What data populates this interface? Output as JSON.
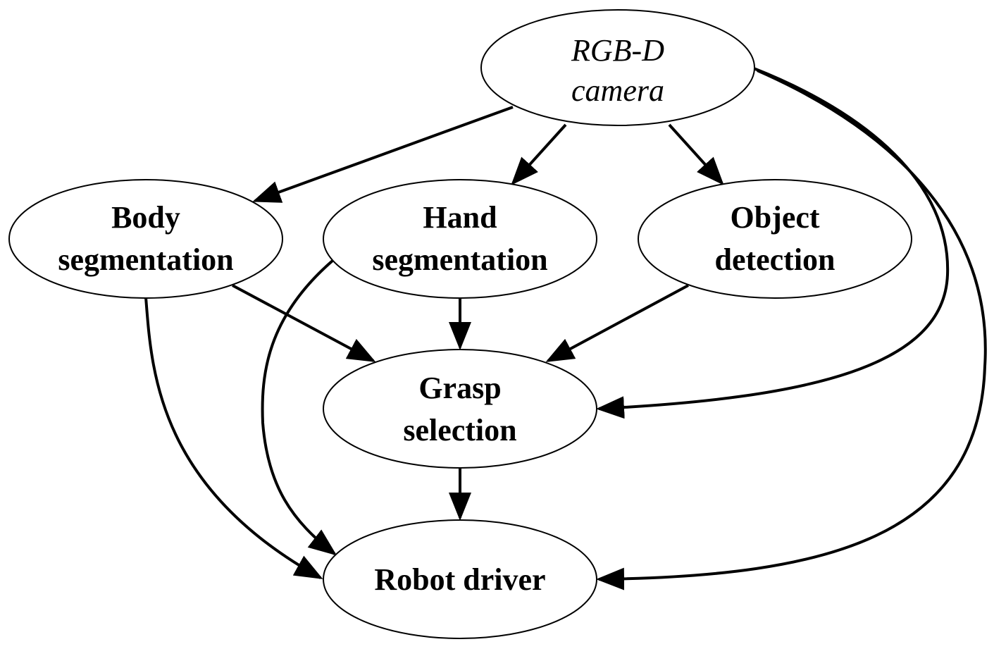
{
  "nodes": {
    "camera": {
      "lines": [
        "RGB-D",
        "camera"
      ]
    },
    "body": {
      "lines": [
        "Body",
        "segmentation"
      ]
    },
    "hand": {
      "lines": [
        "Hand",
        "segmentation"
      ]
    },
    "object": {
      "lines": [
        "Object",
        "detection"
      ]
    },
    "grasp": {
      "lines": [
        "Grasp",
        "selection"
      ]
    },
    "robot": {
      "lines": [
        "Robot driver"
      ]
    }
  },
  "edges": [
    {
      "from": "camera",
      "to": "body"
    },
    {
      "from": "camera",
      "to": "hand"
    },
    {
      "from": "camera",
      "to": "object"
    },
    {
      "from": "camera",
      "to": "grasp"
    },
    {
      "from": "camera",
      "to": "robot"
    },
    {
      "from": "body",
      "to": "grasp"
    },
    {
      "from": "body",
      "to": "robot"
    },
    {
      "from": "hand",
      "to": "grasp"
    },
    {
      "from": "hand",
      "to": "robot"
    },
    {
      "from": "object",
      "to": "grasp"
    },
    {
      "from": "grasp",
      "to": "robot"
    }
  ]
}
